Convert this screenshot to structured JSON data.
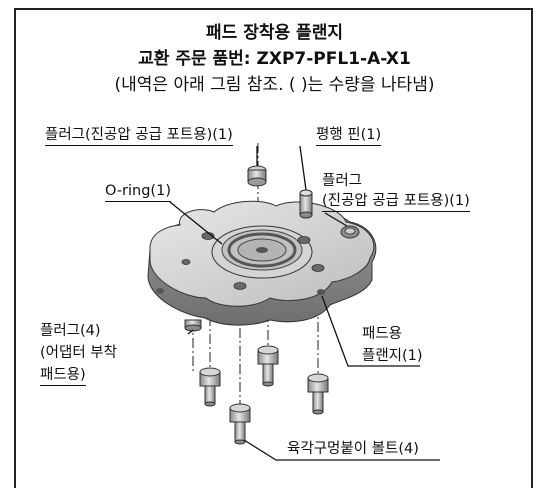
{
  "header": {
    "line1": "패드 장착용 플랜지",
    "line2": "교환 주문 품번: ZXP7-PFL1-A-X1",
    "line3": "(내역은 아래 그림 참조. (   )는 수량을 나타냄)"
  },
  "labels": {
    "plug_top": "플러그(진공압 공급 포트용)(1)",
    "parallel_pin": "평행 핀(1)",
    "plug_right_1": "플러그",
    "plug_right_2": "(진공압 공급 포트용)(1)",
    "oring": "O-ring(1)",
    "plug4_1": "플러그(4)",
    "plug4_2": "(어댑터 부착",
    "plug4_3": "패드용)",
    "flange_1": "패드용",
    "flange_2": "플랜지(1)",
    "bolt": "육각구멍붙이 볼트(4)"
  }
}
